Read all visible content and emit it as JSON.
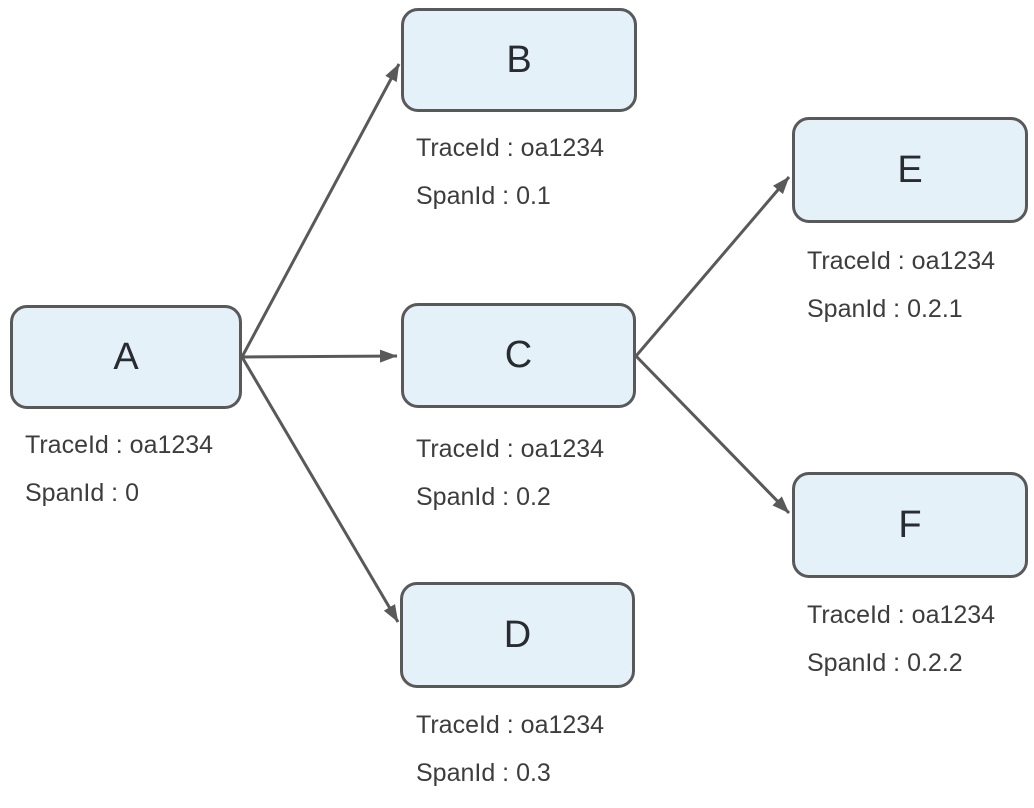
{
  "diagram": {
    "type": "trace-span-tree",
    "trace_id": "oa1234",
    "colors": {
      "background": "#ffffff",
      "node_fill": "#e5f1f9",
      "node_border": "#595959",
      "edge": "#595959",
      "node_text": "#282c31",
      "meta_text": "#3d3d3d"
    },
    "nodes": [
      {
        "id": "A",
        "label": "A",
        "trace_line": "TraceId : oa1234",
        "span_line": "SpanId : 0"
      },
      {
        "id": "B",
        "label": "B",
        "trace_line": "TraceId : oa1234",
        "span_line": "SpanId : 0.1"
      },
      {
        "id": "C",
        "label": "C",
        "trace_line": "TraceId : oa1234",
        "span_line": "SpanId : 0.2"
      },
      {
        "id": "D",
        "label": "D",
        "trace_line": "TraceId : oa1234",
        "span_line": "SpanId : 0.3"
      },
      {
        "id": "E",
        "label": "E",
        "trace_line": "TraceId : oa1234",
        "span_line": "SpanId : 0.2.1"
      },
      {
        "id": "F",
        "label": "F",
        "trace_line": "TraceId : oa1234",
        "span_line": "SpanId : 0.2.2"
      }
    ],
    "edges": [
      {
        "from": "A",
        "to": "B"
      },
      {
        "from": "A",
        "to": "C"
      },
      {
        "from": "A",
        "to": "D"
      },
      {
        "from": "C",
        "to": "E"
      },
      {
        "from": "C",
        "to": "F"
      }
    ]
  }
}
